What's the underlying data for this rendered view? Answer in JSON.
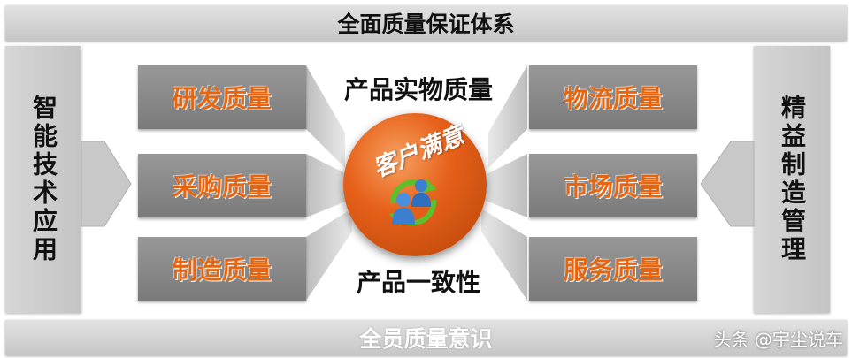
{
  "top_bar": {
    "label": "全面质量保证体系"
  },
  "bottom_bar": {
    "label": "全员质量意识"
  },
  "left_column": {
    "label": "智能技术应用"
  },
  "right_column": {
    "label": "精益制造管理"
  },
  "left_boxes": [
    {
      "label": "研发质量"
    },
    {
      "label": "采购质量"
    },
    {
      "label": "制造质量"
    }
  ],
  "right_boxes": [
    {
      "label": "物流质量"
    },
    {
      "label": "市场质量"
    },
    {
      "label": "服务质量"
    }
  ],
  "center": {
    "top_label": "产品实物质量",
    "bottom_label": "产品一致性",
    "ball_label": "客户满意"
  },
  "watermark": "头条 @宇尘说车",
  "colors": {
    "accent_orange": "#e8650f",
    "box_gray": "#8a8a8a",
    "bar_gray": "#d0d0d0"
  },
  "icons": [
    "people-exchange-icon",
    "left-arrow-icon",
    "right-arrow-icon"
  ]
}
